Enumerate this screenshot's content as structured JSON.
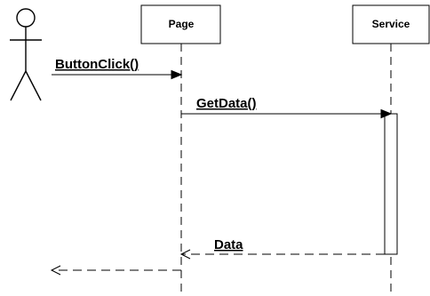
{
  "participants": {
    "page": "Page",
    "service": "Service"
  },
  "messages": {
    "button_click": "ButtonClick()",
    "get_data": "GetData()",
    "data": "Data"
  }
}
